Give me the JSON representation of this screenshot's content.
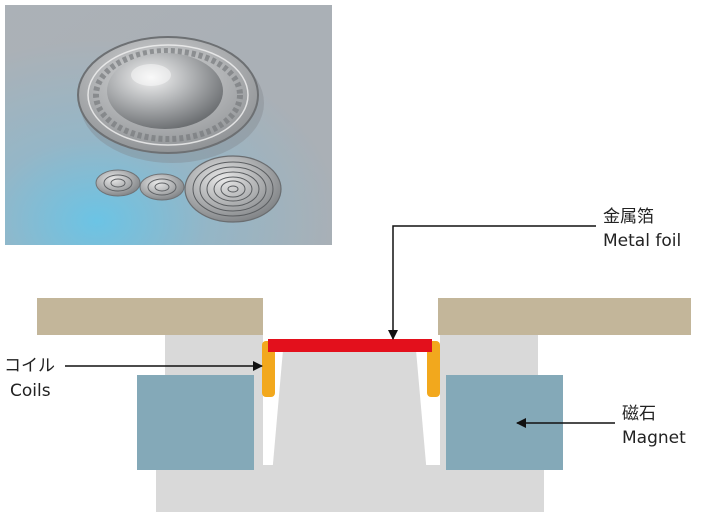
{
  "labels": {
    "metal_foil_jp": "金属箔",
    "metal_foil_en": "Metal foil",
    "coils_jp": "コイル",
    "coils_en": "Coils",
    "magnet_jp": "磁石",
    "magnet_en": "Magnet"
  },
  "colors": {
    "top_plate": "#c3b69a",
    "frame": "#d9d9d9",
    "magnet": "#84a9b8",
    "coil": "#f2a81d",
    "foil": "#e3101c",
    "arrow": "#111111"
  },
  "photo": {
    "description_icon": "speaker-diaphragm-photo"
  }
}
